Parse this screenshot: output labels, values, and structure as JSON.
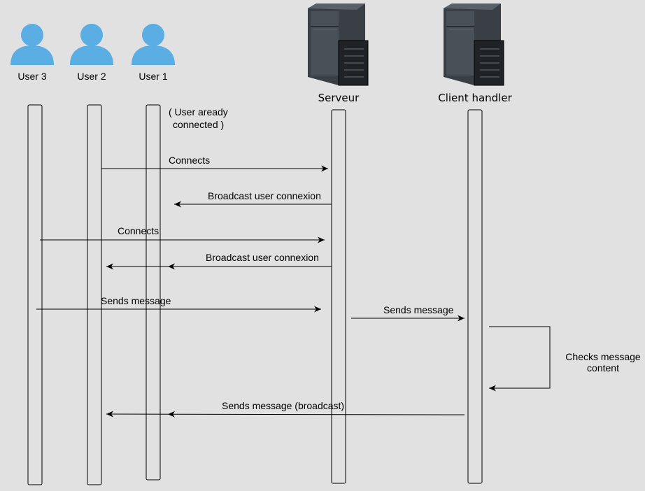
{
  "actors": {
    "user3": "User 3",
    "user2": "User 2",
    "user1": "User 1",
    "server": "Serveur",
    "client_handler": "Client handler"
  },
  "notes": {
    "user1_line1": "( User aready",
    "user1_line2": "connected )",
    "checks_line1": "Checks message",
    "checks_line2": "content"
  },
  "messages": {
    "m1": "Connects",
    "m2": "Broadcast user connexion",
    "m3": "Connects",
    "m4": "Broadcast user connexion",
    "m5": "Sends message",
    "m6": "Sends message",
    "m7": "Sends message (broadcast)"
  },
  "colors": {
    "background": "#e1e1e1",
    "user_icon": "#5aaee3",
    "server_dark": "#2f343a",
    "server_mid": "#4a5058"
  }
}
